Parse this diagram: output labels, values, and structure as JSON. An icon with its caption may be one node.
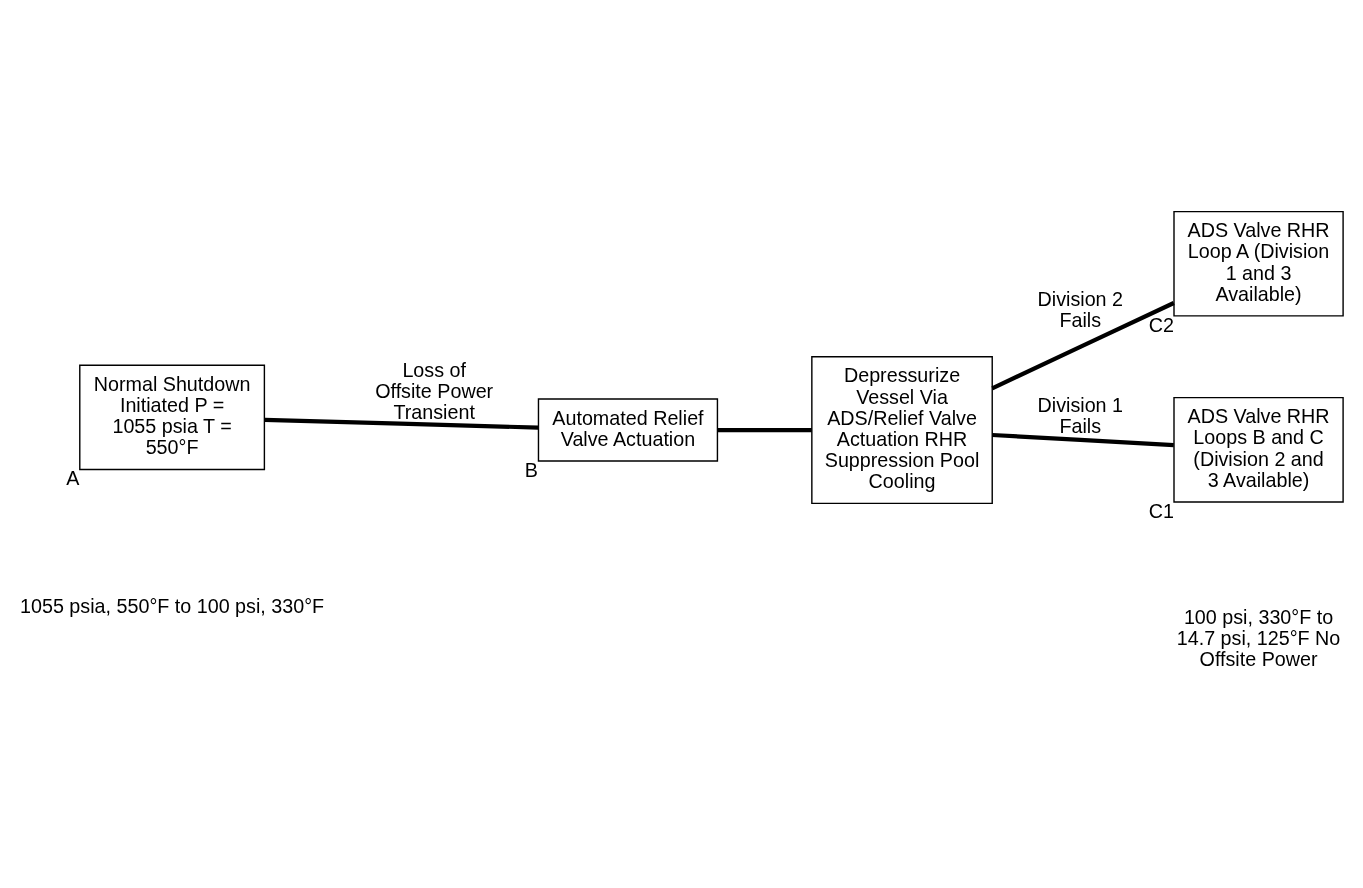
{
  "diagram": {
    "nodes": [
      {
        "text": [
          "Normal Shutdown Initiated P = 1055 psia T = 550°F"
        ],
        "beside": [
          "A"
        ]
      },
      {
        "text": [
          "Automated Relief Valve Actuation"
        ],
        "beside": [
          "B"
        ]
      },
      {
        "text": [
          "Depressurize Vessel Via ADS/Relief Valve Actuation RHR Suppression Pool Cooling"
        ]
      },
      {
        "text": [
          "ADS Valve RHR Loop A (Division 1 and 3 Available)"
        ],
        "beside": [
          "C2"
        ]
      },
      {
        "text": [
          "ADS Valve RHR Loops B and C (Division 2 and 3 Available)"
        ],
        "beside": [
          "C1"
        ]
      }
    ],
    "edges": [
      {
        "from": 0,
        "to": 1,
        "arrow": "none",
        "label": "Loss of Offsite Power Transient"
      },
      {
        "from": 1,
        "to": 2,
        "arrow": "none"
      },
      {
        "from": 2,
        "to": 3,
        "arrow": "none",
        "label": "Division 2 Fails"
      },
      {
        "from": 2,
        "to": 4,
        "arrow": "none",
        "label": "Division 1 Fails"
      }
    ],
    "labels": [
      "1055 psia, 550°F to 100 psi, 330°F",
      "100 psi, 330°F to 14.7 psi, 125°F No Offsite Power"
    ]
  }
}
